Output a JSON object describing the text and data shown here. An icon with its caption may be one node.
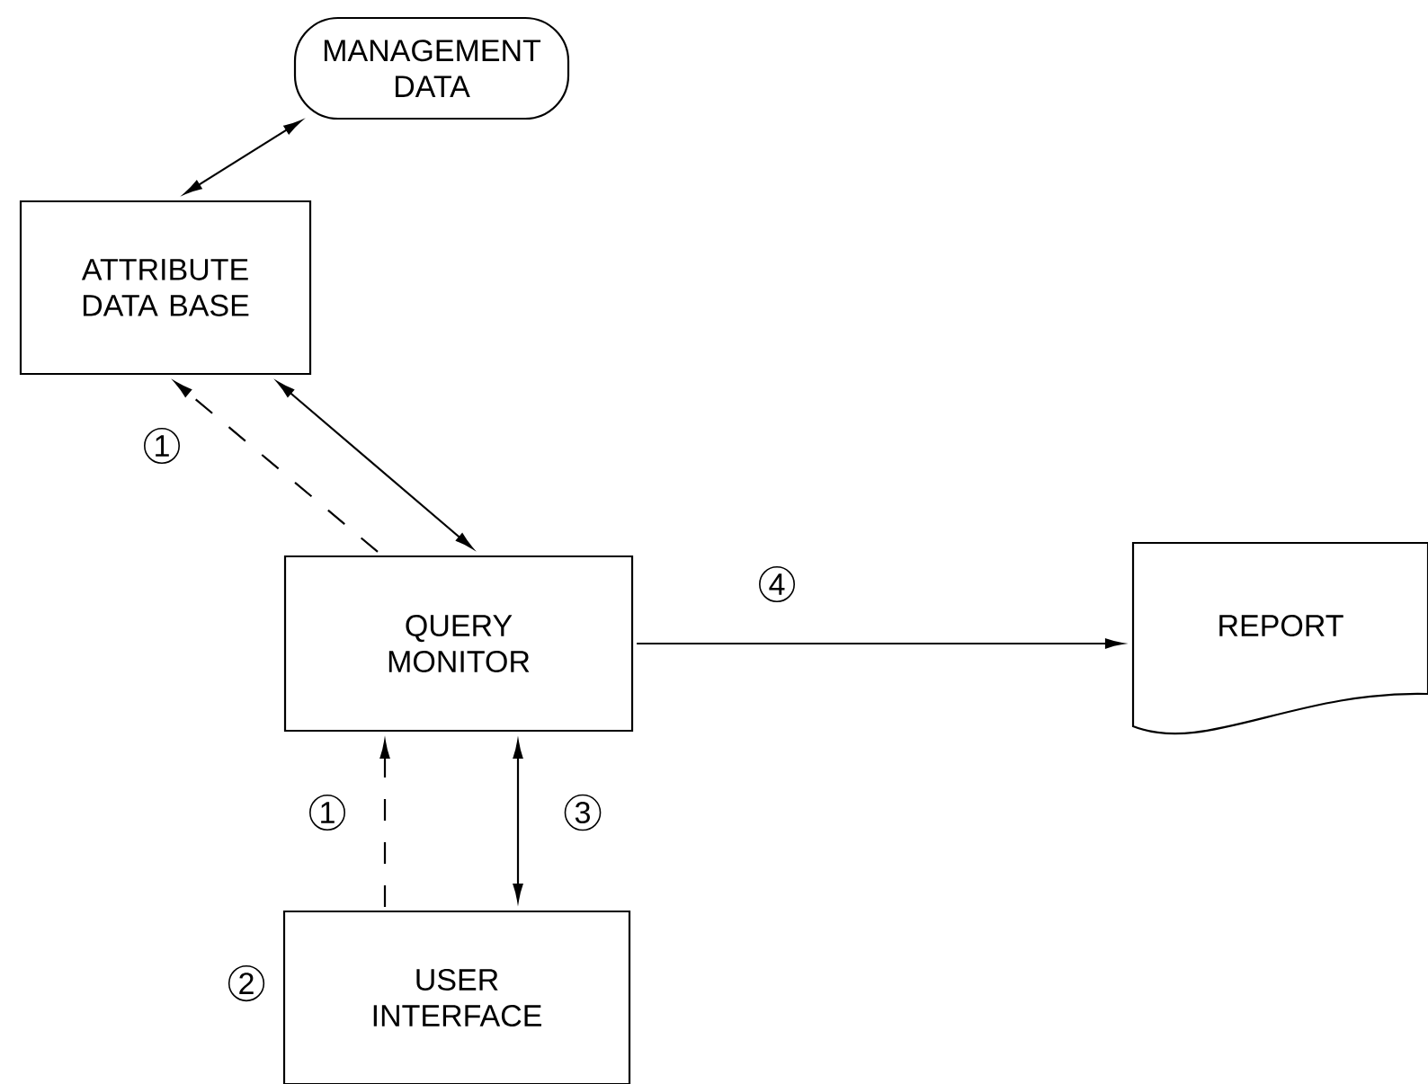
{
  "diagram": {
    "nodes": [
      {
        "text": [
          "MANAGEMENT DATA"
        ]
      },
      {
        "text": [
          "ATTRIBUTE DATA BASE"
        ]
      },
      {
        "text": [
          "QUERY MONITOR"
        ]
      },
      {
        "text": [
          "REPORT"
        ]
      },
      {
        "text": [
          "USER INTERFACE"
        ],
        "beside": [
          "2"
        ]
      }
    ],
    "edges": [
      {
        "from": 1,
        "to": 0,
        "arrow": "both"
      },
      {
        "from": 2,
        "to": 1,
        "arrow": "to",
        "style": "dashed",
        "label": "1"
      },
      {
        "from": 1,
        "to": 2,
        "arrow": "both"
      },
      {
        "from": 4,
        "to": 2,
        "arrow": "to",
        "style": "dashed",
        "label": "1"
      },
      {
        "from": 4,
        "to": 2,
        "arrow": "both",
        "label": "3"
      },
      {
        "from": 2,
        "to": 3,
        "arrow": "to",
        "label": "4"
      }
    ]
  }
}
